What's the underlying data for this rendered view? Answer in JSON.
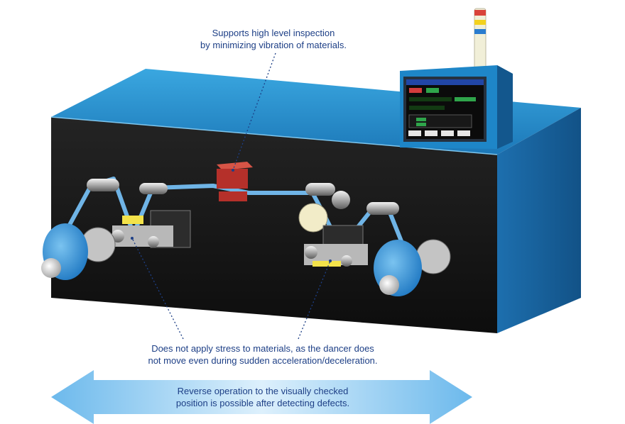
{
  "callouts": {
    "inspection": [
      "Supports high level inspection",
      "by minimizing vibration of materials."
    ],
    "dancer": [
      "Does not apply stress to materials, as the dancer does",
      "not move even during sudden acceleration/deceleration."
    ],
    "reverse": [
      "Reverse operation to the visually checked",
      "position is possible after detecting defects."
    ]
  },
  "colors": {
    "machine_blue": "#1f7fbf",
    "front_panel": "#141414",
    "web_material": "#6fb4e6",
    "inspection_head": "#c0392b",
    "annotation_text": "#1d3f86",
    "arrow_fill": "#8cc6ef"
  }
}
